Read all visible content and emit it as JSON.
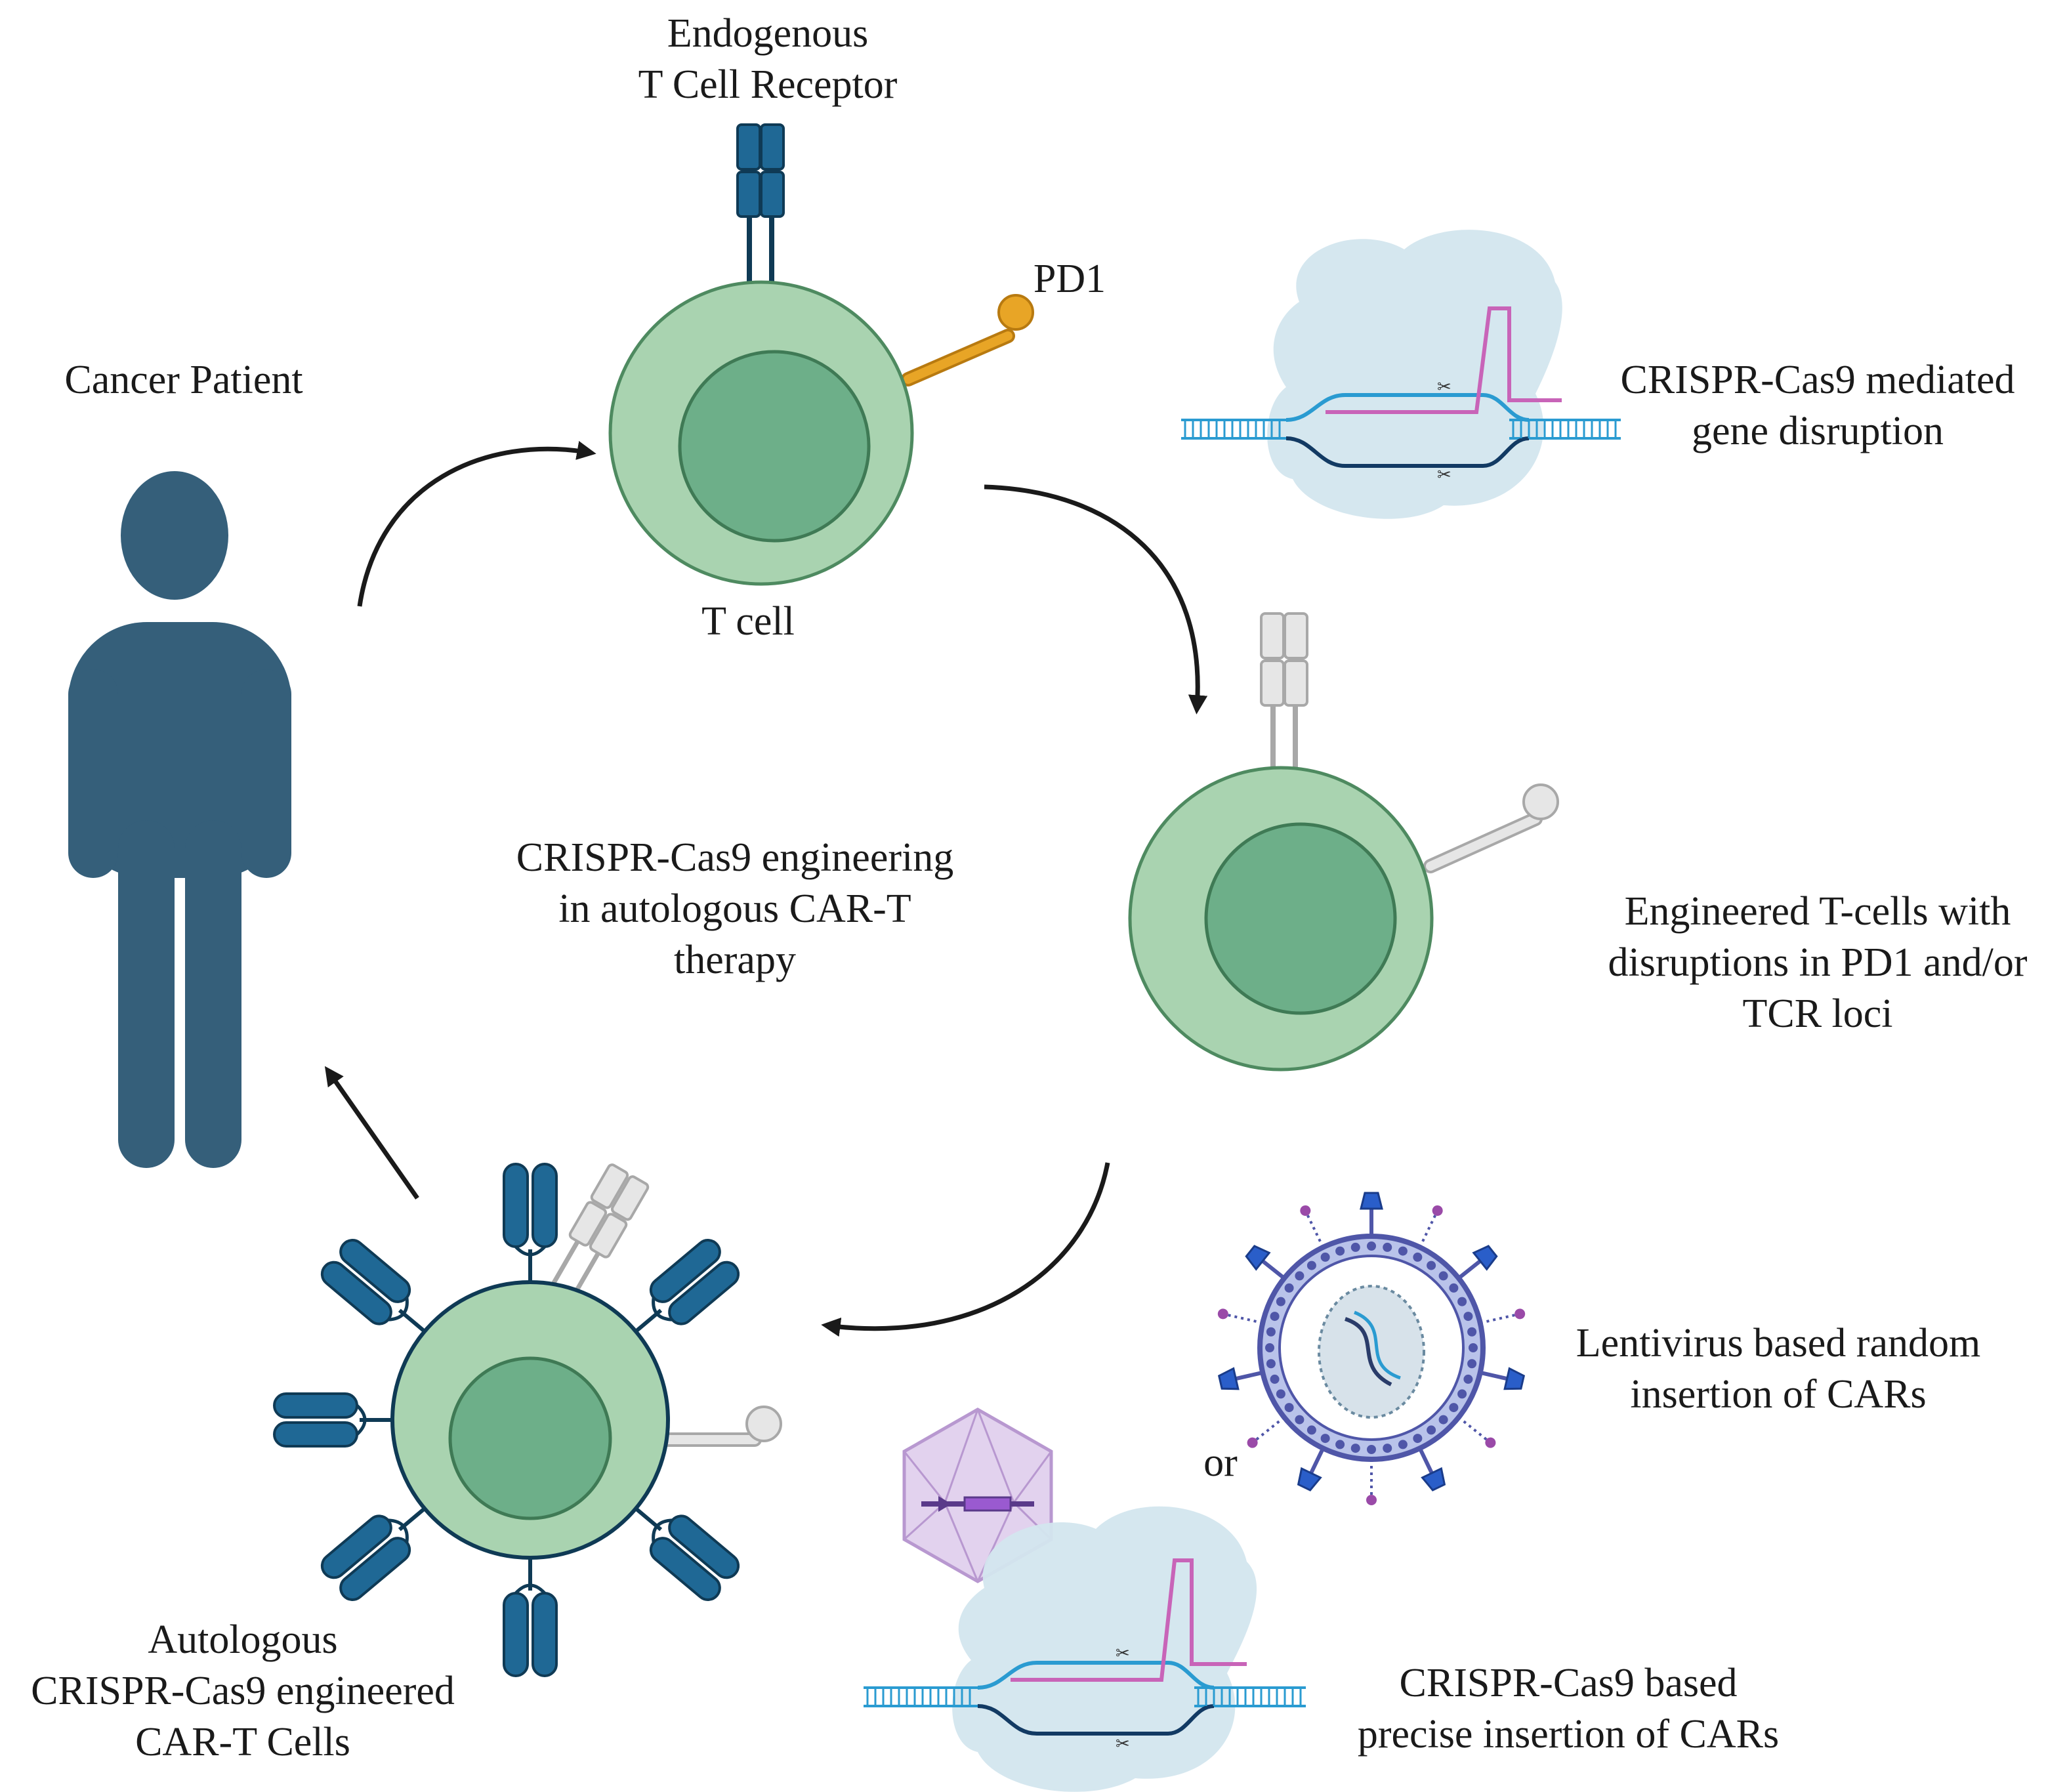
{
  "labels": {
    "endogenous_tcr": [
      "Endogenous",
      "T Cell Receptor"
    ],
    "pd1": "PD1",
    "cancer_patient": "Cancer Patient",
    "t_cell": "T cell",
    "crispr_disruption": [
      "CRISPR-Cas9 mediated",
      "gene disruption"
    ],
    "center_title": [
      "CRISPR-Cas9 engineering",
      "in autologous CAR-T",
      "therapy"
    ],
    "engineered_cells": [
      "Engineered T-cells with",
      "disruptions in PD1 and/or",
      "TCR loci"
    ],
    "lentivirus": [
      "Lentivirus based random",
      "insertion of CARs"
    ],
    "or": "or",
    "precise_insertion": [
      "CRISPR-Cas9  based",
      "precise insertion of CARs"
    ],
    "car_t_cells": [
      "Autologous",
      "CRISPR-Cas9 engineered",
      "CAR-T Cells"
    ]
  },
  "colors": {
    "person": "#355f7a",
    "cell_outer": "#a9d3b0",
    "cell_nucleus": "#6daf89",
    "cell_stroke": "#4e8a60",
    "receptor_blue": "#1f6895",
    "receptor_stroke": "#0f3a55",
    "pd1_orange": "#e8a526",
    "inactive_gray": "#e6e6e6",
    "inactive_stroke": "#a8a8a8",
    "dna_blue": "#2a9bd1",
    "dna_dark": "#123a63",
    "rna_pink": "#c864b8",
    "cas9_cloud": "#d3e6ee",
    "virus_purple": "#4f56a8",
    "virus_fill": "#b9c3ea",
    "spike_blue": "#2a5ec9",
    "aav_fill": "#e2d2ee",
    "aav_stroke": "#b898d0",
    "arrow": "#1a1a1a"
  }
}
